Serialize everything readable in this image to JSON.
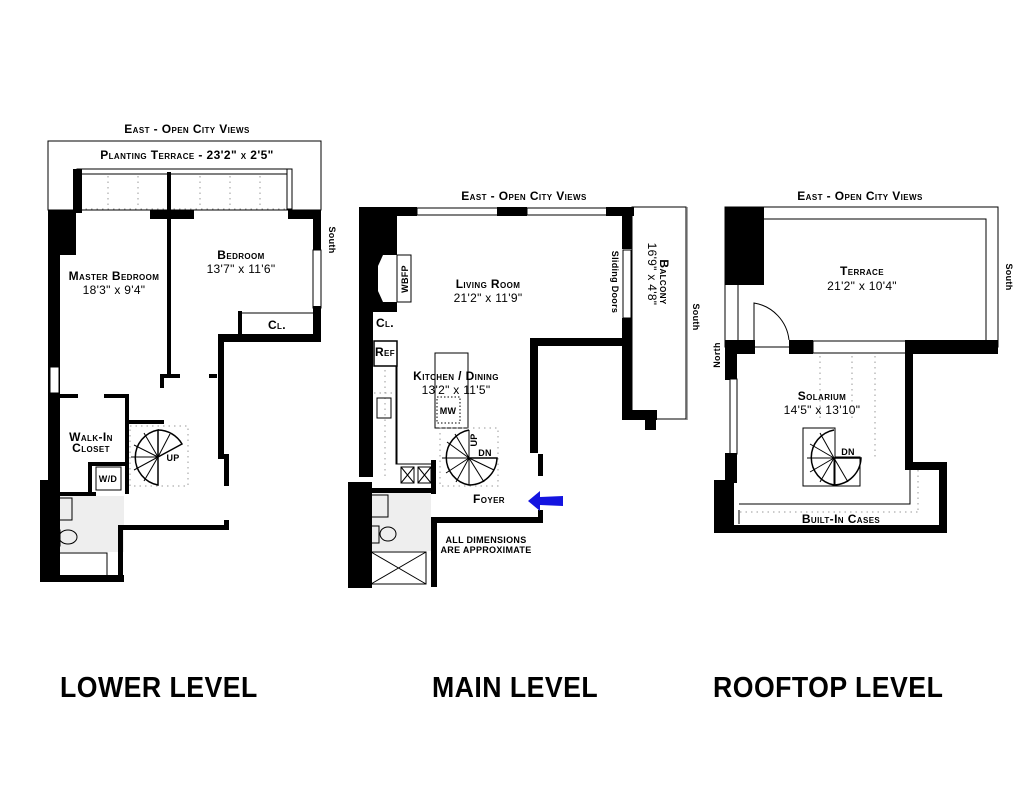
{
  "levels": {
    "lower": {
      "title": "LOWER LEVEL",
      "orientation_top": "East - Open City Views",
      "orientation_side": "South",
      "terrace": {
        "name": "Planting Terrace - 23'2\" x 2'5\""
      },
      "rooms": [
        {
          "name": "Master Bedroom",
          "dims": "18'3\" x 9'4\""
        },
        {
          "name": "Bedroom",
          "dims": "13'7\" x 11'6\""
        },
        {
          "name": "Walk-In",
          "name2": "Closet"
        }
      ],
      "labels": {
        "closet": "Cl.",
        "washer_dryer": "W/D",
        "stair": "UP"
      }
    },
    "main": {
      "title": "MAIN LEVEL",
      "orientation_top": "East - Open City Views",
      "orientation_side": "South",
      "rooms": [
        {
          "name": "Living Room",
          "dims": "21'2\" x 11'9\""
        },
        {
          "name": "Kitchen / Dining",
          "dims": "13'2\" x 11'5\""
        },
        {
          "name": "Foyer"
        },
        {
          "name": "Balcony",
          "dims": "16'9\" x 4'8\""
        }
      ],
      "labels": {
        "fireplace": "WBFP",
        "closet": "Cl.",
        "refrigerator": "Ref",
        "microwave": "MW",
        "sliding_doors": "Sliding Doors",
        "stair_up": "UP",
        "stair_down": "DN",
        "note_line1": "ALL DIMENSIONS",
        "note_line2": "ARE APPROXIMATE"
      },
      "entry_arrow_color": "#1414e0"
    },
    "rooftop": {
      "title": "ROOFTOP LEVEL",
      "orientation_top": "East - Open City Views",
      "orientation_side_right": "South",
      "orientation_side_left": "North",
      "rooms": [
        {
          "name": "Terrace",
          "dims": "21'2\" x 10'4\""
        },
        {
          "name": "Solarium",
          "dims": "14'5\" x 13'10\""
        }
      ],
      "labels": {
        "built_in": "Built-In Cases",
        "stair": "DN"
      }
    }
  }
}
